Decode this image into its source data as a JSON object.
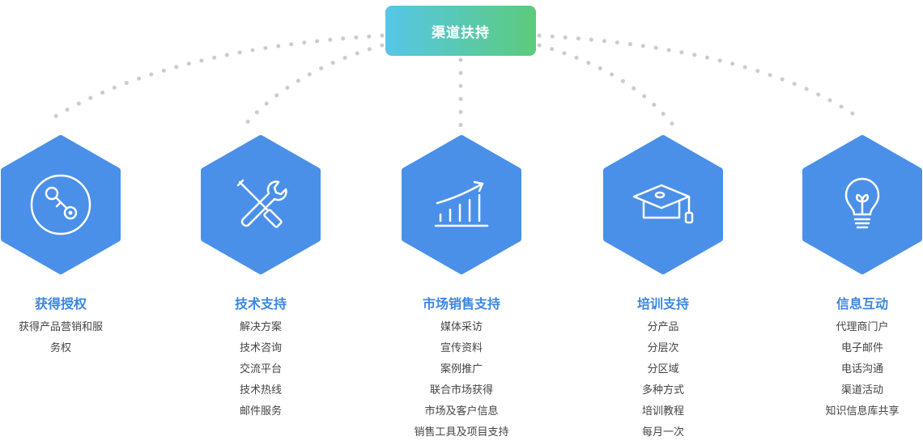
{
  "hub": {
    "label": "渠道扶持"
  },
  "colors": {
    "hex_fill": "#4A90E8",
    "hub_gradient_start": "#56C6E8",
    "hub_gradient_end": "#5CCB7C",
    "title_color": "#3B86E0",
    "dot_color": "#CCCCCC"
  },
  "columns": [
    {
      "title": "获得授权",
      "icon": "key-icon",
      "items": [
        "获得产品营销和服",
        "务权"
      ]
    },
    {
      "title": "技术支持",
      "icon": "tools-icon",
      "items": [
        "解决方案",
        "技术咨询",
        "交流平台",
        "技术热线",
        "邮件服务"
      ]
    },
    {
      "title": "市场销售支持",
      "icon": "growth-chart-icon",
      "items": [
        "媒体采访",
        "宣传资料",
        "案例推广",
        "联合市场获得",
        "市场及客户信息",
        "销售工具及项目支持"
      ]
    },
    {
      "title": "培训支持",
      "icon": "graduation-cap-icon",
      "items": [
        "分产品",
        "分层次",
        "分区域",
        "多种方式",
        "培训教程",
        "每月一次"
      ]
    },
    {
      "title": "信息互动",
      "icon": "lightbulb-icon",
      "items": [
        "代理商门户",
        "电子邮件",
        "电话沟通",
        "渠道活动",
        "知识信息库共享"
      ]
    }
  ]
}
